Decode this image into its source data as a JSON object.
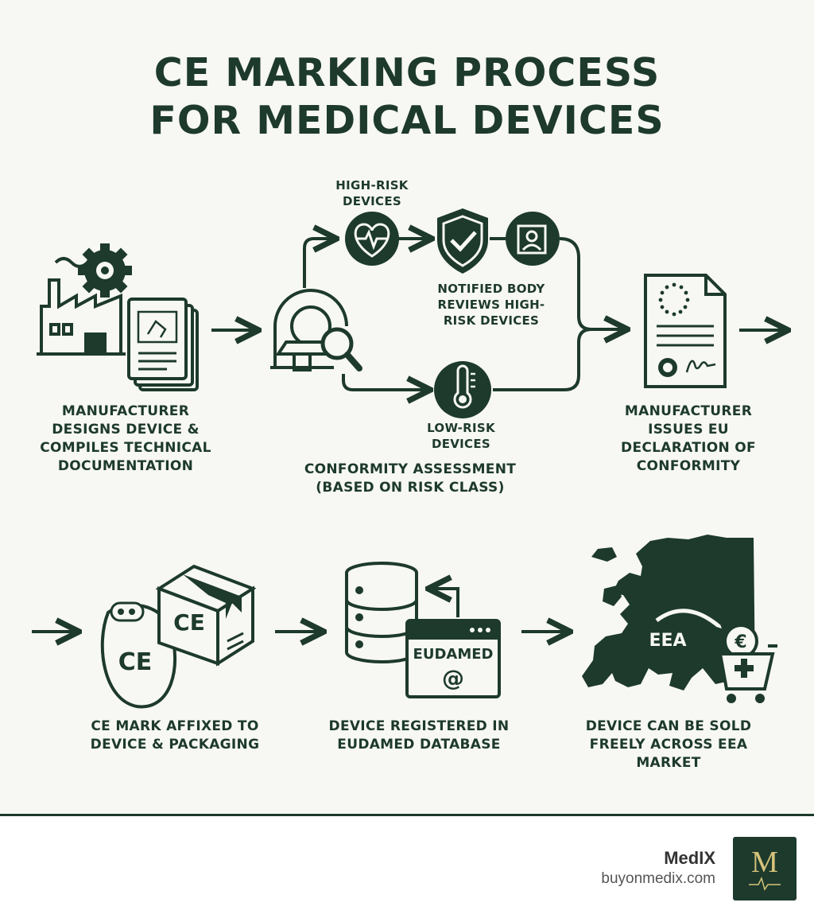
{
  "title": {
    "line1": "CE MARKING PROCESS",
    "line2": "FOR MEDICAL DEVICES"
  },
  "steps": {
    "manufacturer_designs": "MANUFACTURER DESIGNS DEVICE & COMPILES TECHNICAL DOCUMENTATION",
    "high_risk": "HIGH-RISK DEVICES",
    "notified_body": "NOTIFIED BODY REVIEWS HIGH-RISK DEVICES",
    "low_risk": "LOW-RISK DEVICES",
    "conformity_assessment": "CONFORMITY ASSESSMENT (BASED ON RISK CLASS)",
    "declaration": "MANUFACTURER ISSUES EU DECLARATION OF CONFORMITY",
    "ce_mark": "CE MARK AFFIXED TO DEVICE & PACKAGING",
    "registered": "DEVICE REGISTERED IN EUDAMED DATABASE",
    "sold": "DEVICE CAN BE SOLD FREELY ACROSS EEA MARKET"
  },
  "icons": {
    "ce_box": "CE",
    "ce_device": "CE",
    "eudamed": "EUDAMED",
    "at": "@",
    "eea": "EEA",
    "euro": "€"
  },
  "brand": {
    "name": "MedIX",
    "url": "buyonmedix.com",
    "logo_letter": "M"
  },
  "colors": {
    "primary": "#1d3a2c",
    "background": "#f7f7f4",
    "logo_accent": "#d6c27a"
  }
}
